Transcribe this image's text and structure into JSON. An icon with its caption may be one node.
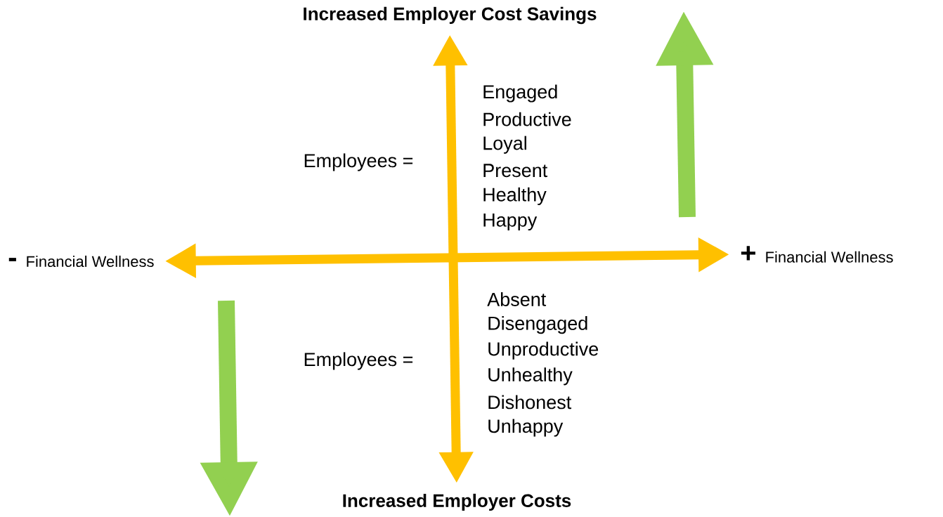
{
  "diagram": {
    "nodes": [
      {
        "text": [
          "Increased Employer Cost Savings"
        ]
      },
      {
        "text": [
          "Increased Employer Costs"
        ]
      },
      {
        "text": [
          "-",
          "Financial Wellness"
        ]
      },
      {
        "text": [
          "+",
          "Financial Wellness"
        ]
      }
    ],
    "edges": [
      {
        "from": 1,
        "to": 0,
        "arrow": "both"
      },
      {
        "from": 2,
        "to": 3,
        "arrow": "both"
      }
    ],
    "labels": [
      "Employees =",
      "Engaged",
      "Productive",
      "Loyal",
      "Present",
      "Healthy",
      "Happy",
      "Employees =",
      "Absent",
      "Disengaged",
      "Unproductive",
      "Unhealthy",
      "Dishonest",
      "Unhappy"
    ]
  }
}
